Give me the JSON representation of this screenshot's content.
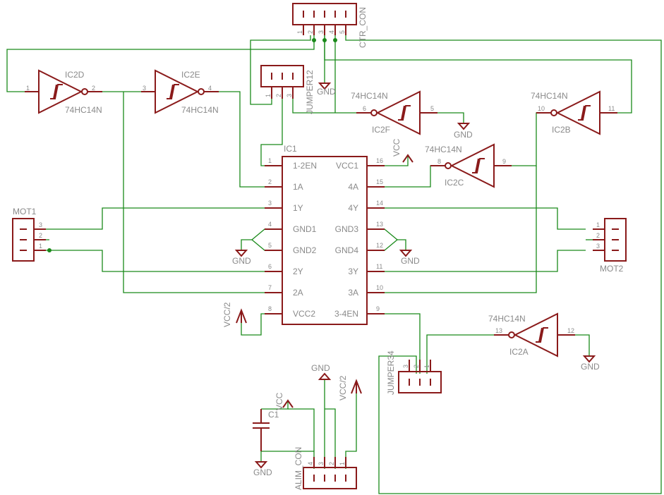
{
  "ic1": {
    "name": "IC1",
    "left_pins": [
      {
        "num": "1",
        "label": "1-2EN"
      },
      {
        "num": "2",
        "label": "1A"
      },
      {
        "num": "3",
        "label": "1Y"
      },
      {
        "num": "4",
        "label": "GND1"
      },
      {
        "num": "5",
        "label": "GND2"
      },
      {
        "num": "6",
        "label": "2Y"
      },
      {
        "num": "7",
        "label": "2A"
      },
      {
        "num": "8",
        "label": "VCC2"
      }
    ],
    "right_pins": [
      {
        "num": "16",
        "label": "VCC1"
      },
      {
        "num": "15",
        "label": "4A"
      },
      {
        "num": "14",
        "label": "4Y"
      },
      {
        "num": "13",
        "label": "GND3"
      },
      {
        "num": "12",
        "label": "GND4"
      },
      {
        "num": "11",
        "label": "3Y"
      },
      {
        "num": "10",
        "label": "3A"
      },
      {
        "num": "9",
        "label": "3-4EN"
      }
    ]
  },
  "inverters": {
    "ic2d": {
      "name": "IC2D",
      "part": "74HC14N",
      "in": "1",
      "out": "2"
    },
    "ic2e": {
      "name": "IC2E",
      "part": "74HC14N",
      "in": "3",
      "out": "4"
    },
    "ic2f": {
      "name": "IC2F",
      "part": "74HC14N",
      "in": "5",
      "out": "6"
    },
    "ic2b": {
      "name": "IC2B",
      "part": "74HC14N",
      "in": "11",
      "out": "10"
    },
    "ic2c": {
      "name": "IC2C",
      "part": "74HC14N",
      "in": "9",
      "out": "8"
    },
    "ic2a": {
      "name": "IC2A",
      "part": "74HC14N",
      "in": "12",
      "out": "13"
    }
  },
  "connectors": {
    "ctr_con": {
      "name": "CTR_CON",
      "pins": [
        "1",
        "2",
        "3",
        "4",
        "5"
      ]
    },
    "jumper12": {
      "name": "JUMPER12",
      "pins": [
        "1",
        "2",
        "3"
      ]
    },
    "jumper34": {
      "name": "JUMPER34",
      "pins": [
        "3",
        "2",
        "1"
      ]
    },
    "mot1": {
      "name": "MOT1",
      "pins": [
        "3",
        "2",
        "1"
      ]
    },
    "mot2": {
      "name": "MOT2",
      "pins": [
        "1",
        "2",
        "3"
      ]
    },
    "alim_con": {
      "name": "ALIM_CON",
      "pins": [
        "4",
        "3",
        "2",
        "1"
      ]
    }
  },
  "capacitor": {
    "name": "C1"
  },
  "supplies": {
    "gnd": "GND",
    "vcc": "VCC",
    "vcc2": "VCC/2"
  }
}
